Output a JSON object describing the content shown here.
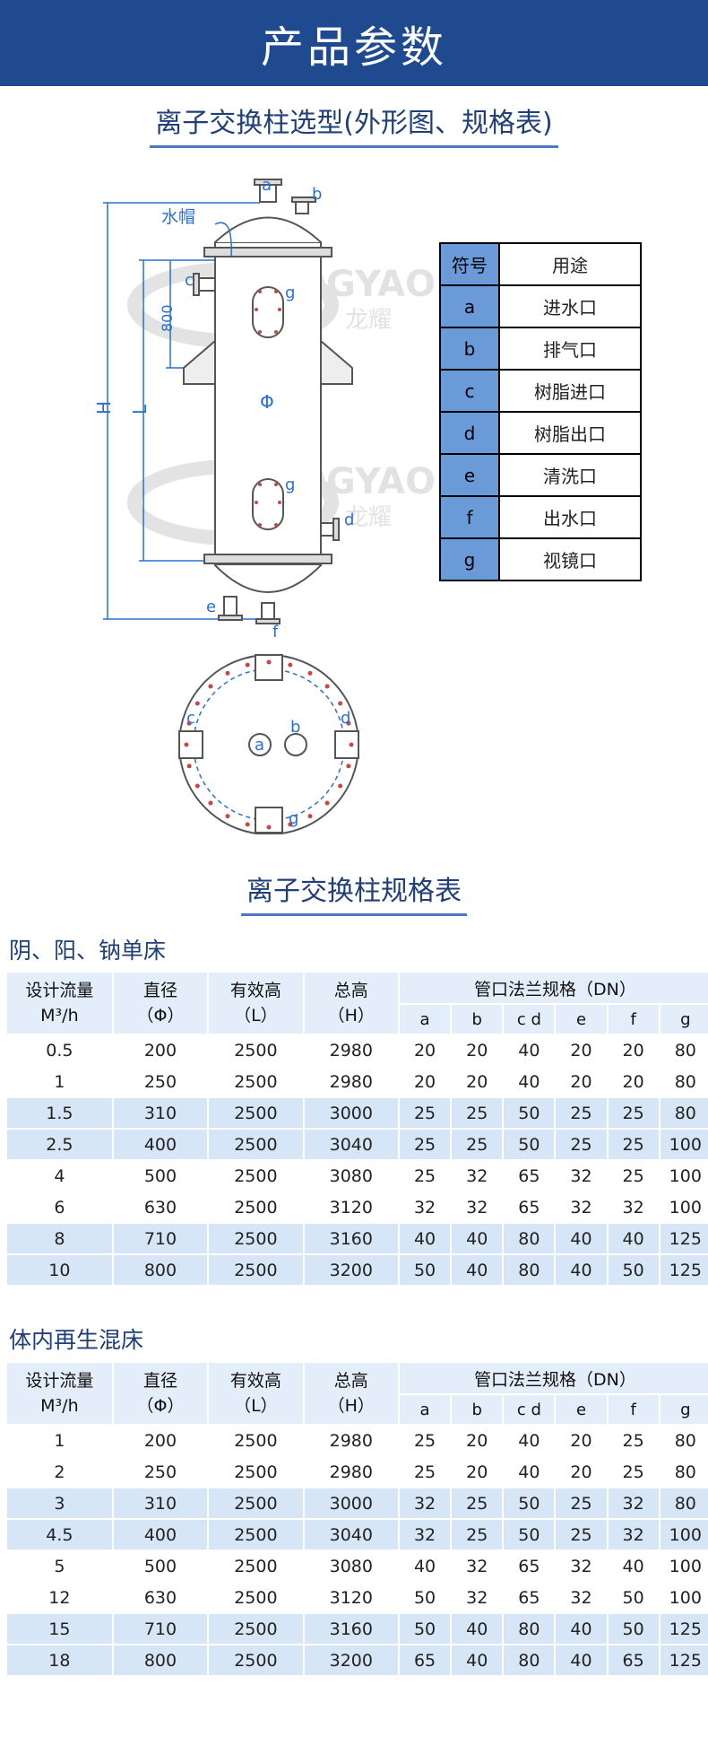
{
  "header": {
    "title": "产品参数"
  },
  "diagram_section": {
    "title": "离子交换柱选型(外形图、规格表)",
    "labels": {
      "water_cap": "水帽",
      "dim_800": "800",
      "dim_H": "H",
      "dim_L": "L",
      "dim_phi": "Φ",
      "a": "a",
      "b": "b",
      "c": "c",
      "d": "d",
      "e": "e",
      "f": "f",
      "g": "g"
    },
    "watermark": "OGYAO 龙耀",
    "legend": {
      "header": {
        "symbol": "符号",
        "use": "用途"
      },
      "rows": [
        {
          "symbol": "a",
          "use": "进水口"
        },
        {
          "symbol": "b",
          "use": "排气口"
        },
        {
          "symbol": "c",
          "use": "树脂进口"
        },
        {
          "symbol": "d",
          "use": "树脂出口"
        },
        {
          "symbol": "e",
          "use": "清洗口"
        },
        {
          "symbol": "f",
          "use": "出水口"
        },
        {
          "symbol": "g",
          "use": "视镜口"
        }
      ]
    }
  },
  "spec_section": {
    "title": "离子交换柱规格表",
    "columns": {
      "flow": "设计流量",
      "flow_unit": "M³/h",
      "dia": "直径",
      "dia_sym": "（Φ）",
      "eff": "有效高",
      "eff_sym": "（L）",
      "total": "总高",
      "total_sym": "（H）",
      "flange": "管口法兰规格（DN）",
      "sub": [
        "a",
        "b",
        "c d",
        "e",
        "f",
        "g"
      ]
    },
    "tables": [
      {
        "name": "阴、阳、钠单床",
        "rows": [
          [
            "0.5",
            "200",
            "2500",
            "2980",
            "20",
            "20",
            "40",
            "20",
            "20",
            "80"
          ],
          [
            "1",
            "250",
            "2500",
            "2980",
            "20",
            "20",
            "40",
            "20",
            "20",
            "80"
          ],
          [
            "1.5",
            "310",
            "2500",
            "3000",
            "25",
            "25",
            "50",
            "25",
            "25",
            "80"
          ],
          [
            "2.5",
            "400",
            "2500",
            "3040",
            "25",
            "25",
            "50",
            "25",
            "25",
            "100"
          ],
          [
            "4",
            "500",
            "2500",
            "3080",
            "25",
            "32",
            "65",
            "32",
            "25",
            "100"
          ],
          [
            "6",
            "630",
            "2500",
            "3120",
            "32",
            "32",
            "65",
            "32",
            "32",
            "100"
          ],
          [
            "8",
            "710",
            "2500",
            "3160",
            "40",
            "40",
            "80",
            "40",
            "40",
            "125"
          ],
          [
            "10",
            "800",
            "2500",
            "3200",
            "50",
            "40",
            "80",
            "40",
            "50",
            "125"
          ]
        ]
      },
      {
        "name": "体内再生混床",
        "rows": [
          [
            "1",
            "200",
            "2500",
            "2980",
            "25",
            "20",
            "40",
            "20",
            "25",
            "80"
          ],
          [
            "2",
            "250",
            "2500",
            "2980",
            "25",
            "20",
            "40",
            "20",
            "25",
            "80"
          ],
          [
            "3",
            "310",
            "2500",
            "3000",
            "32",
            "25",
            "50",
            "25",
            "32",
            "80"
          ],
          [
            "4.5",
            "400",
            "2500",
            "3040",
            "32",
            "25",
            "50",
            "25",
            "32",
            "100"
          ],
          [
            "5",
            "500",
            "2500",
            "3080",
            "40",
            "32",
            "65",
            "32",
            "40",
            "100"
          ],
          [
            "12",
            "630",
            "2500",
            "3120",
            "50",
            "32",
            "65",
            "32",
            "50",
            "100"
          ],
          [
            "15",
            "710",
            "2500",
            "3160",
            "50",
            "40",
            "80",
            "40",
            "50",
            "125"
          ],
          [
            "18",
            "800",
            "2500",
            "3200",
            "65",
            "40",
            "80",
            "40",
            "65",
            "125"
          ]
        ]
      }
    ]
  },
  "colors": {
    "banner": "#1f4a8f",
    "title_text": "#1f3f7a",
    "accent": "#6a9ad8",
    "row_alt": "#d7e6f6",
    "header_bg": "#e3eefa",
    "label_blue": "#2a6fd6"
  }
}
